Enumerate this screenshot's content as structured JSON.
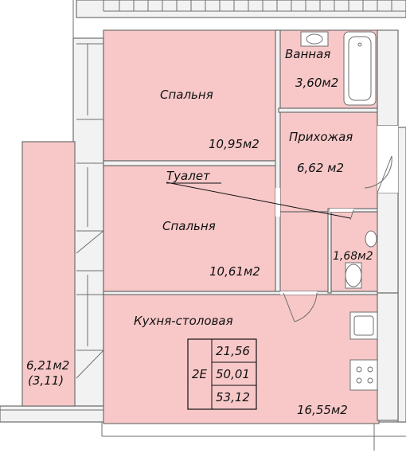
{
  "rooms": {
    "bedroom1": {
      "name": "Спальня",
      "area": "10,95м2"
    },
    "bedroom2": {
      "name": "Спальня",
      "area": "10,61м2"
    },
    "bathroom": {
      "name": "Ванная",
      "area": "3,60м2"
    },
    "hallway": {
      "name": "Прихожая",
      "area": "6,62 м2"
    },
    "toilet": {
      "name": "Туалет",
      "area": "1,68м2"
    },
    "kitchen": {
      "name": "Кухня-столовая",
      "area": "16,55м2"
    },
    "balcony": {
      "area": "6,21м2",
      "area_reduced": "(3,11)"
    }
  },
  "summary": {
    "rooms_label": "2Е",
    "living_area": "21,56",
    "total_area": "50,01",
    "total_with_balcony": "53,12"
  },
  "colors": {
    "room_fill": "#f8c8c8",
    "wall": "#f2f2f2",
    "line": "#6e6e6e"
  }
}
